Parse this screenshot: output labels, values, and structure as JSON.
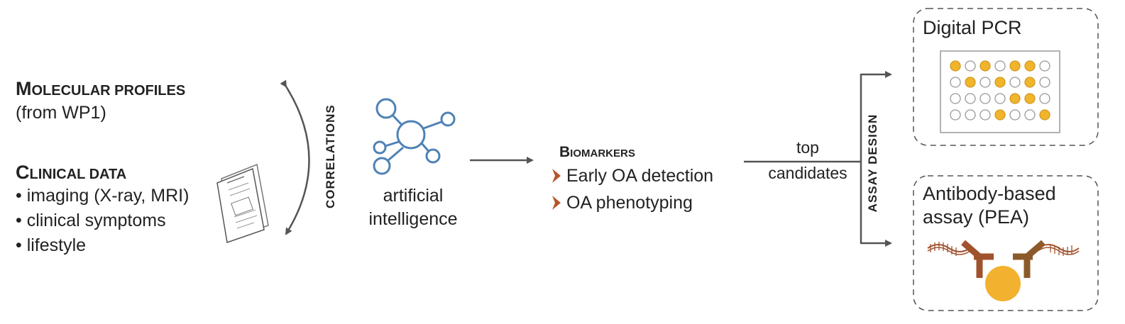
{
  "molecular": {
    "title_cap": "M",
    "title_rest": "OLECULAR PROFILES",
    "subtitle": "(from WP1)"
  },
  "clinical": {
    "title_cap": "C",
    "title_rest": "LINICAL DATA",
    "items": [
      "imaging (X-ray, MRI)",
      "clinical symptoms",
      "lifestyle"
    ]
  },
  "correlations": {
    "label": "CORRELATIONS"
  },
  "document_icon": {
    "icon": "clinical-report-icon"
  },
  "ai": {
    "icon": "network-icon",
    "line1": "artificial",
    "line2": "intelligence"
  },
  "biomarkers": {
    "title_cap": "B",
    "title_rest": "IOMARKERS",
    "items": [
      "Early OA detection",
      "OA phenotyping"
    ]
  },
  "selection": {
    "line1": "top",
    "line2": "candidates"
  },
  "assay_design": {
    "label": "ASSAY DESIGN"
  },
  "digital_pcr": {
    "title": "Digital PCR",
    "plate_wells": [
      [
        true,
        false,
        true,
        false,
        true,
        true,
        false
      ],
      [
        false,
        true,
        false,
        true,
        false,
        true,
        false
      ],
      [
        false,
        false,
        false,
        false,
        true,
        true,
        false
      ],
      [
        false,
        false,
        false,
        true,
        false,
        false,
        true
      ]
    ]
  },
  "antibody": {
    "title_line1": "Antibody-based",
    "title_line2": "assay (PEA)"
  },
  "colors": {
    "text": "#222222",
    "arrow": "#555555",
    "network_blue": "#4f82b5",
    "chevron": "#b5552b",
    "well_fill": "#f0b42d",
    "well_empty": "#ffffff",
    "antibody": "#a0522d",
    "antigen": "#f2b22f",
    "dashed_border": "#555555"
  }
}
